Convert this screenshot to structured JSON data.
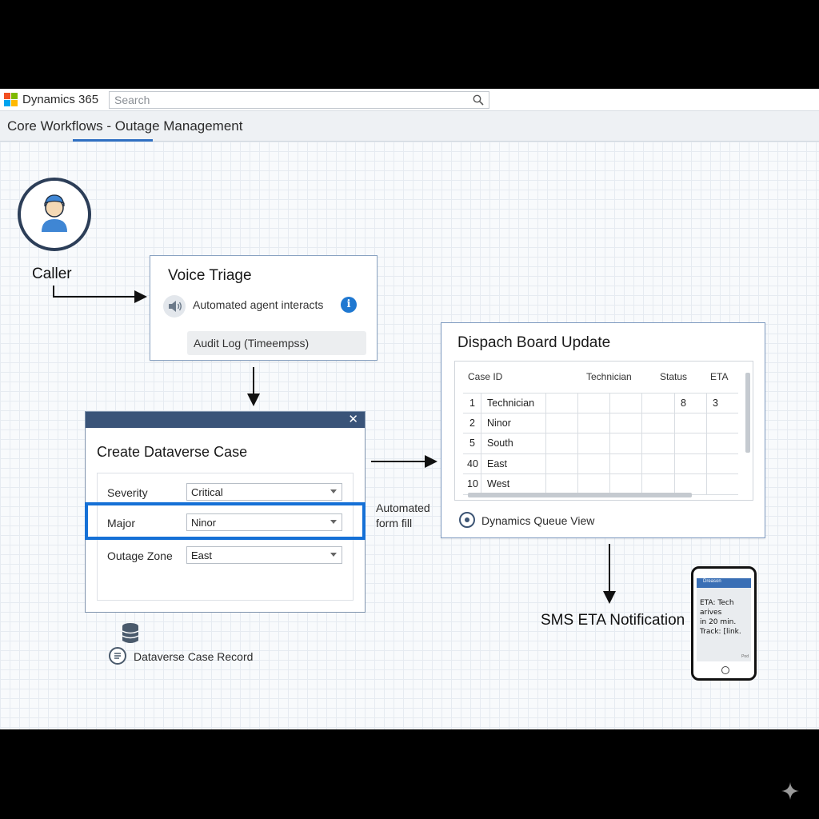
{
  "app": {
    "brand": "Dynamics 365",
    "search_placeholder": "Search",
    "page_title": "Core Workflows - Outage Management"
  },
  "caller": {
    "label": "Caller"
  },
  "voice_triage": {
    "title": "Voice Triage",
    "agent_text": "Automated agent interacts",
    "audit_log": "Audit Log (Timeempss)"
  },
  "case_form": {
    "title": "Create Dataverse Case",
    "close_glyph": "✕",
    "fields": [
      {
        "label": "Severity",
        "value": "Critical"
      },
      {
        "label": "Major",
        "value": "Ninor"
      },
      {
        "label": "Outage Zone",
        "value": "East"
      }
    ],
    "record_label": "Dataverse Case Record"
  },
  "automated_fill": {
    "line1": "Automated",
    "line2": "form fill"
  },
  "dispatch": {
    "title": "Dispach Board Update",
    "columns": [
      "Case ID",
      "Technician",
      "Status",
      "ETA"
    ],
    "rows": [
      {
        "id": "1",
        "name": "Technician",
        "status": "8",
        "eta": "3"
      },
      {
        "id": "2",
        "name": "Ninor",
        "status": "",
        "eta": ""
      },
      {
        "id": "5",
        "name": "South",
        "status": "",
        "eta": ""
      },
      {
        "id": "40",
        "name": "East",
        "status": "",
        "eta": ""
      },
      {
        "id": "10",
        "name": "West",
        "status": "",
        "eta": ""
      }
    ],
    "queue_label": "Dynamics Queue View"
  },
  "sms": {
    "label": "SMS ETA Notification",
    "header": "Dreason",
    "line1": "ETA: Tech arives",
    "line2": "in 20 min.",
    "line3": "Track: [link.",
    "meta": "Pod"
  },
  "colors": {
    "accent": "#1570d6",
    "titlebar": "#3a5479",
    "card_border": "#8aa3c2"
  }
}
